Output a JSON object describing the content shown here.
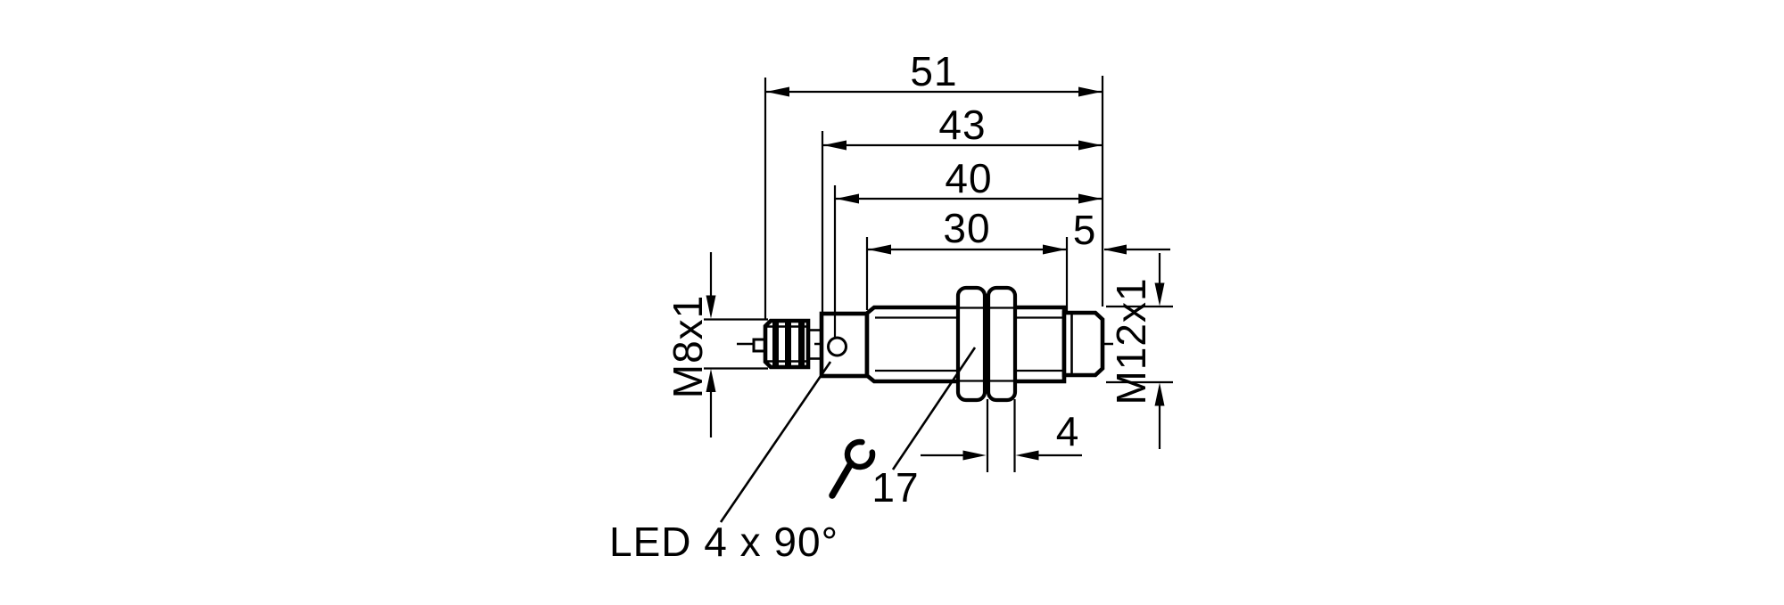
{
  "drawing": {
    "type": "technical-dimension-drawing",
    "subject": "cylindrical inductive sensor, side view",
    "colors": {
      "background": "#ffffff",
      "line": "#000000"
    },
    "dimensions": {
      "overall_length": "51",
      "length_to_connector_shoulder": "43",
      "length_to_led": "40",
      "thread_length": "30",
      "tip_length": "5",
      "nut_thickness": "4",
      "spanner_size": "17"
    },
    "labels": {
      "connector_thread": "M8x1",
      "housing_thread": "M12x1",
      "led": "LED 4 x 90°"
    },
    "icons": {
      "wrench": "open-end-wrench"
    }
  }
}
